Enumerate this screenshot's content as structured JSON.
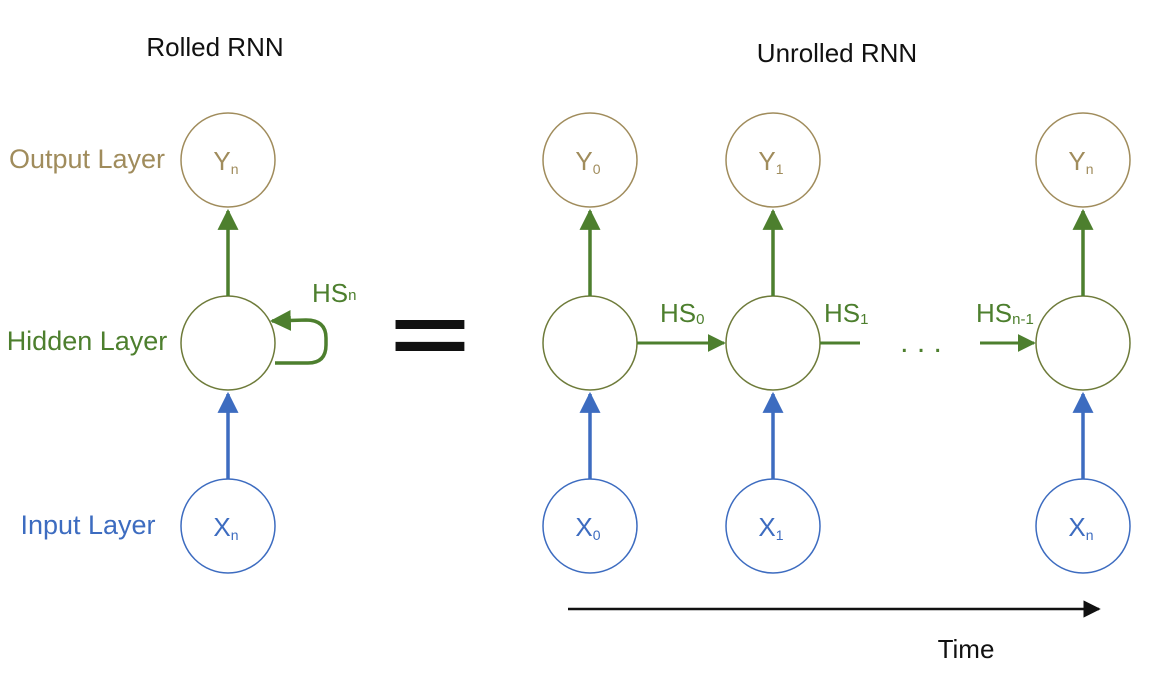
{
  "colors": {
    "output": "#a08c5c",
    "hidden": "#4d7f2e",
    "input": "#3d6cc0",
    "arrow_hidden": "#4d7f2e",
    "arrow_input": "#3d6cc0",
    "time_arrow": "#111111",
    "equals": "#111111"
  },
  "titles": {
    "rolled": "Rolled RNN",
    "unrolled": "Unrolled RNN"
  },
  "row_labels": {
    "output": "Output Layer",
    "hidden": "Hidden Layer",
    "input": "Input Layer"
  },
  "rolled": {
    "y": {
      "main": "Y",
      "sub": "n"
    },
    "x": {
      "main": "X",
      "sub": "n"
    },
    "hs": {
      "main": "HS",
      "sub": "n"
    }
  },
  "unrolled": [
    {
      "y": {
        "main": "Y",
        "sub": "0"
      },
      "x": {
        "main": "X",
        "sub": "0"
      }
    },
    {
      "y": {
        "main": "Y",
        "sub": "1"
      },
      "x": {
        "main": "X",
        "sub": "1"
      }
    },
    {
      "y": {
        "main": "Y",
        "sub": "n"
      },
      "x": {
        "main": "X",
        "sub": "n"
      }
    }
  ],
  "hidden_states": [
    {
      "main": "HS",
      "sub": "0"
    },
    {
      "main": "HS",
      "sub": "1"
    },
    {
      "main": "HS",
      "sub": "n-1"
    }
  ],
  "ellipsis": ". . .",
  "equals": "=",
  "time_label": "Time"
}
